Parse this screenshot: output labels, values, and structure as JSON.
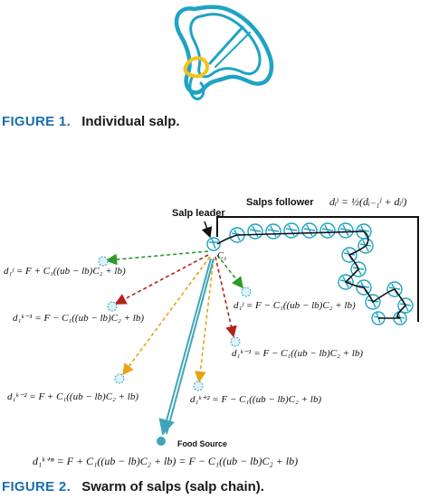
{
  "figure1": {
    "label": "FIGURE 1.",
    "caption": "Individual salp."
  },
  "figure2": {
    "label": "FIGURE 2.",
    "caption": "Swarm of salps (salp chain).",
    "salp_leader_label": "Salp leader",
    "leader_symbol": "C₃",
    "salps_follower_label": "Salps follower",
    "follower_equation": "dᵢʲ = ½(dᵢ₋₁ʲ + dᵢʲ)",
    "food_source_label": "Food Source",
    "equations": {
      "eq1": "d₁ʲ = F + C₁((ub − lb)C₂ + lb)",
      "eq2": "d₁ᵏ⁻¹ = F − C₁((ub − lb)C₂ + lb)",
      "eq3": "d₁ʲ = F − C₁((ub − lb)C₂ + lb)",
      "eq4": "d₁ᵏ⁻¹ = F − C₁((ub − lb)C₂ + lb)",
      "eq5": "d₁ᵏ⁻² = F + C₁((ub − lb)C₂ + lb)",
      "eq6": "d₁ᵏ⁺² = F − C₁((ub − lb)C₂ + lb)",
      "eq7": "d₁ᵏ⁺ⁿ = F + C₁((ub − lb)C₂ + lb) = F − C₁((ub − lb)C₂ + lb)"
    },
    "colors": {
      "salp_blue": "#1ea3c4",
      "salp_yellow": "#f3c419",
      "green": "#2e9a2a",
      "red": "#b3221a",
      "orange": "#e8a316",
      "teal": "#41a5b8"
    }
  }
}
